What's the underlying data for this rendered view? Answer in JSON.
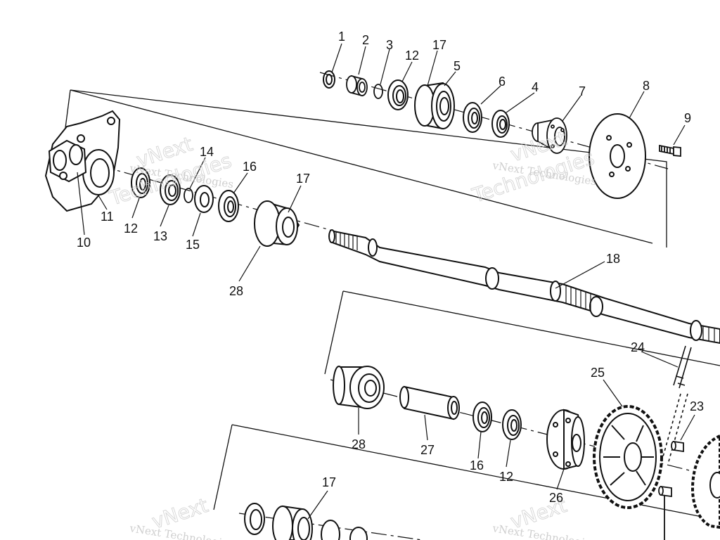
{
  "colors": {
    "line": "#111111",
    "watermark": "#bfbfbf",
    "background": "#ffffff"
  },
  "watermarks": {
    "company_line": "vNext Technologies",
    "big_word_a": "vNext",
    "big_word_b": "Technologies"
  },
  "labels": {
    "l1": "1",
    "l2": "2",
    "l3": "3",
    "l12a": "12",
    "l17a": "17",
    "l5": "5",
    "l6": "6",
    "l4": "4",
    "l7": "7",
    "l8": "8",
    "l9": "9",
    "l14": "14",
    "l16a": "16",
    "l17b": "17",
    "l10": "10",
    "l11": "11",
    "l12b": "12",
    "l13": "13",
    "l15": "15",
    "l28a": "28",
    "l18": "18",
    "l24": "24",
    "l25": "25",
    "l23": "23",
    "l28b": "28",
    "l27": "27",
    "l16b": "16",
    "l12c": "12",
    "l26": "26",
    "l17c": "17"
  }
}
